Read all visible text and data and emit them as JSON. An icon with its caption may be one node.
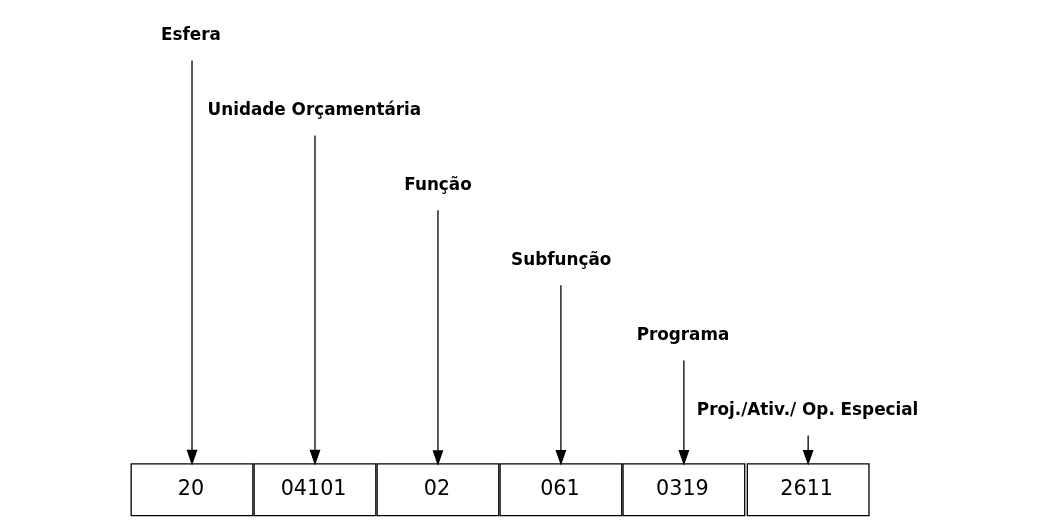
{
  "diagram": {
    "nodes": [
      {
        "text": [
          "Esfera"
        ]
      },
      {
        "text": [
          "Unidade Orçamentária"
        ]
      },
      {
        "text": [
          "Função"
        ]
      },
      {
        "text": [
          "Subfunção"
        ]
      },
      {
        "text": [
          "Programa"
        ]
      },
      {
        "text": [
          "Proj./Ativ./ Op. Especial"
        ]
      },
      {
        "text": [
          "20"
        ]
      },
      {
        "text": [
          "04101"
        ]
      },
      {
        "text": [
          "02"
        ]
      },
      {
        "text": [
          "061"
        ]
      },
      {
        "text": [
          "0319"
        ]
      },
      {
        "text": [
          "2611"
        ]
      }
    ],
    "edges": [
      {
        "from": 0,
        "to": 6,
        "arrow": "to"
      },
      {
        "from": 1,
        "to": 7,
        "arrow": "to"
      },
      {
        "from": 2,
        "to": 8,
        "arrow": "to"
      },
      {
        "from": 3,
        "to": 9,
        "arrow": "to"
      },
      {
        "from": 4,
        "to": 10,
        "arrow": "to"
      },
      {
        "from": 5,
        "to": 11,
        "arrow": "to"
      }
    ]
  }
}
